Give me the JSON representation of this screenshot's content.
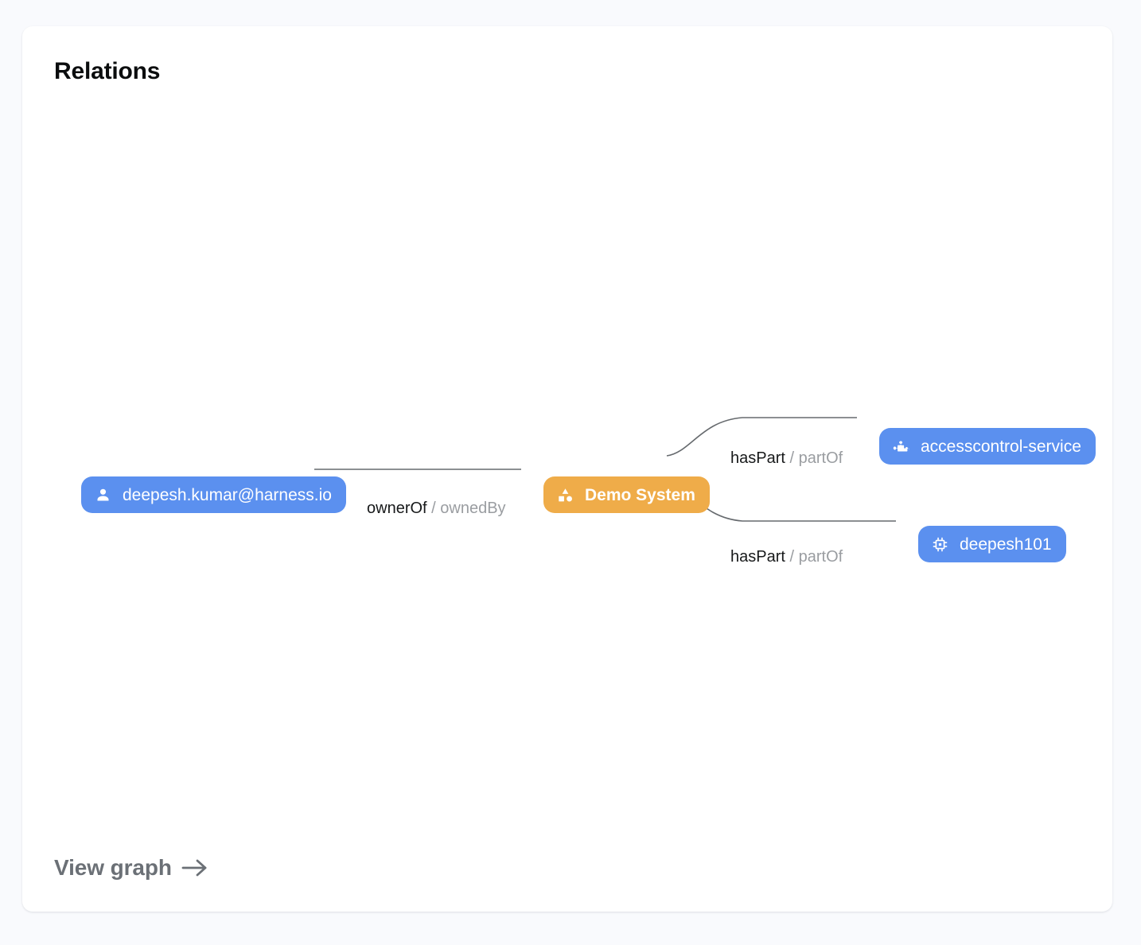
{
  "card": {
    "title": "Relations"
  },
  "footer": {
    "view_graph_label": "View graph",
    "arrow_icon": "arrow-right-icon"
  },
  "colors": {
    "page_background": "#f9fafd",
    "card_background": "#ffffff",
    "node_blue": "#5b90ef",
    "node_orange": "#efac49",
    "edge_line": "#666a6e",
    "relation_primary_text": "#17191a",
    "relation_secondary_text": "#9a9da1",
    "title_text": "#0b0d0e",
    "footer_text": "#6b7076"
  },
  "graph": {
    "nodes": [
      {
        "id": "user",
        "label": "deepesh.kumar@harness.io",
        "kind": "user",
        "icon": "person-icon",
        "color": "#5b90ef"
      },
      {
        "id": "system",
        "label": "Demo System",
        "kind": "system",
        "icon": "category-shapes-icon",
        "color": "#efac49"
      },
      {
        "id": "accesscontrol",
        "label": "accesscontrol-service",
        "kind": "component",
        "icon": "puzzle-piece-icon",
        "color": "#5b90ef"
      },
      {
        "id": "deepesh101",
        "label": "deepesh101",
        "kind": "resource",
        "icon": "cpu-chip-icon",
        "color": "#5b90ef"
      }
    ],
    "edges": [
      {
        "id": "owner",
        "source": "user",
        "target": "system",
        "forward": "ownerOf",
        "separator": "/",
        "reverse": "ownedBy"
      },
      {
        "id": "haspart-1",
        "source": "system",
        "target": "accesscontrol",
        "forward": "hasPart",
        "separator": "/",
        "reverse": "partOf"
      },
      {
        "id": "haspart-2",
        "source": "system",
        "target": "deepesh101",
        "forward": "hasPart",
        "separator": "/",
        "reverse": "partOf"
      }
    ]
  }
}
